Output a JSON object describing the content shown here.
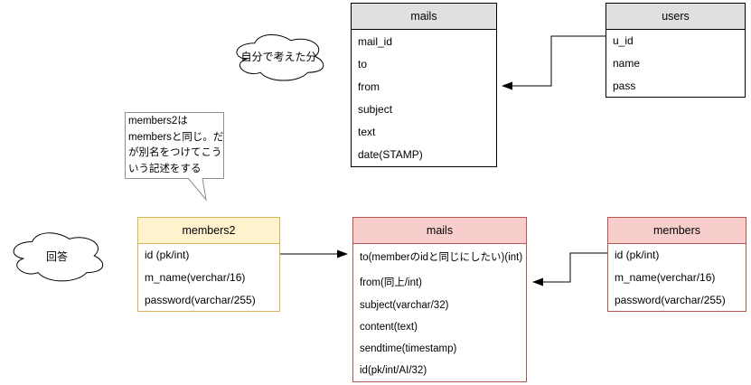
{
  "canvas": {
    "background": "#ffffff"
  },
  "annotations": {
    "cloud_top_label": "自分で考えた分",
    "cloud_bottom_label": "回答",
    "callout_lines": [
      "members2は",
      "membersと同じ。だ",
      "が別名をつけてこう",
      "いう記述をする"
    ]
  },
  "tables": {
    "mails_top": {
      "title": "mails",
      "header_bg": "#e0e0e0",
      "border_color": "#000000",
      "rows": [
        "mail_id",
        "to",
        "from",
        "subject",
        "text",
        "date(STAMP)"
      ]
    },
    "users": {
      "title": "users",
      "header_bg": "#e0e0e0",
      "border_color": "#000000",
      "rows": [
        "u_id",
        "name",
        "pass"
      ]
    },
    "members2": {
      "title": "members2",
      "header_bg": "#fff2cc",
      "border_color": "#d6b656",
      "rows": [
        "id (pk/int)",
        "m_name(verchar/16)",
        "password(varchar/255)"
      ]
    },
    "mails_main": {
      "title": "mails",
      "header_bg": "#f8cecc",
      "border_color": "#b85450",
      "rows": [
        "to(memberのidと同じにしたい)(int)",
        "from(同上/int)",
        "subject(varchar/32)",
        "content(text)",
        "sendtime(timestamp)",
        "id(pk/int/AI/32)"
      ]
    },
    "members": {
      "title": "members",
      "header_bg": "#f8cecc",
      "border_color": "#b85450",
      "rows": [
        "id (pk/int)",
        "m_name(verchar/16)",
        "password(varchar/255)"
      ]
    }
  },
  "relations": [
    {
      "from": "users.u_id",
      "to": "mails(draft).from"
    },
    {
      "from": "members2.id",
      "to": "mails.to"
    },
    {
      "from": "members.id",
      "to": "mails.from"
    }
  ]
}
